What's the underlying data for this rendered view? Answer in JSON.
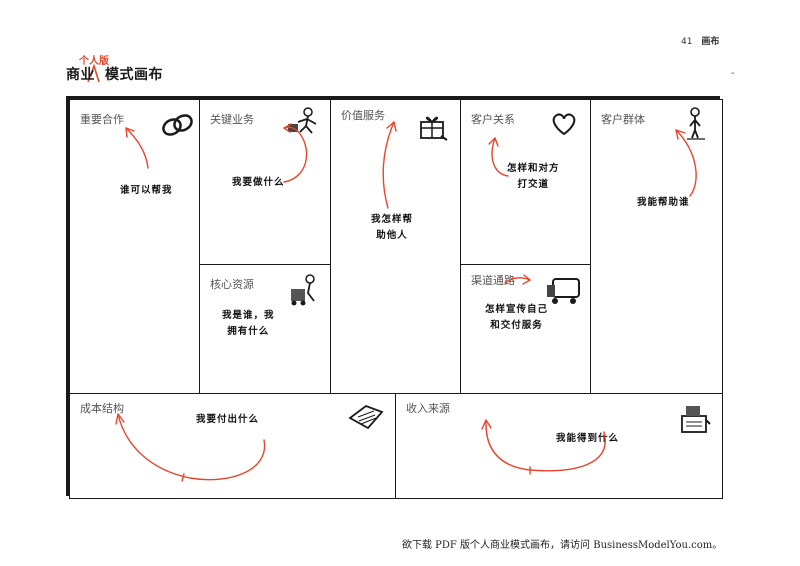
{
  "header": {
    "page_number": "41",
    "section": "画布",
    "title_part1": "商业",
    "title_part2": "模式画布",
    "insert_text": "个人版",
    "dash": "-"
  },
  "canvas": {
    "cells": {
      "key_partners": {
        "label": "重要合作",
        "hint_lines": [
          "谁可以帮我"
        ],
        "icon": "chain-link-icon"
      },
      "key_activities": {
        "label": "关键业务",
        "hint_lines": [
          "我要做什么"
        ],
        "icon": "worker-icon"
      },
      "key_resources": {
        "label": "核心资源",
        "hint_lines": [
          "我是谁，我",
          "拥有什么"
        ],
        "icon": "forklift-icon"
      },
      "value_propositions": {
        "label": "价值服务",
        "hint_lines": [
          "我怎样帮",
          "助他人"
        ],
        "icon": "gift-icon"
      },
      "customer_relationships": {
        "label": "客户关系",
        "hint_lines": [
          "怎样和对方",
          "打交道"
        ],
        "icon": "heart-icon"
      },
      "channels": {
        "label": "渠道通路",
        "hint_lines": [
          "怎样宣传自己",
          "和交付服务"
        ],
        "icon": "truck-icon"
      },
      "customer_segments": {
        "label": "客户群体",
        "hint_lines": [
          "我能帮助谁"
        ],
        "icon": "person-icon"
      },
      "cost_structure": {
        "label": "成本结构",
        "hint_lines": [
          "我要付出什么"
        ],
        "icon": "price-tag-icon"
      },
      "revenue_streams": {
        "label": "收入来源",
        "hint_lines": [
          "我能得到什么"
        ],
        "icon": "cash-register-icon"
      }
    }
  },
  "footer": {
    "text": "欲下载 PDF 版个人商业模式画布，请访问 BusinessModelYou.com。"
  },
  "colors": {
    "accent": "#e8452c",
    "ink": "#1a1a1a"
  }
}
